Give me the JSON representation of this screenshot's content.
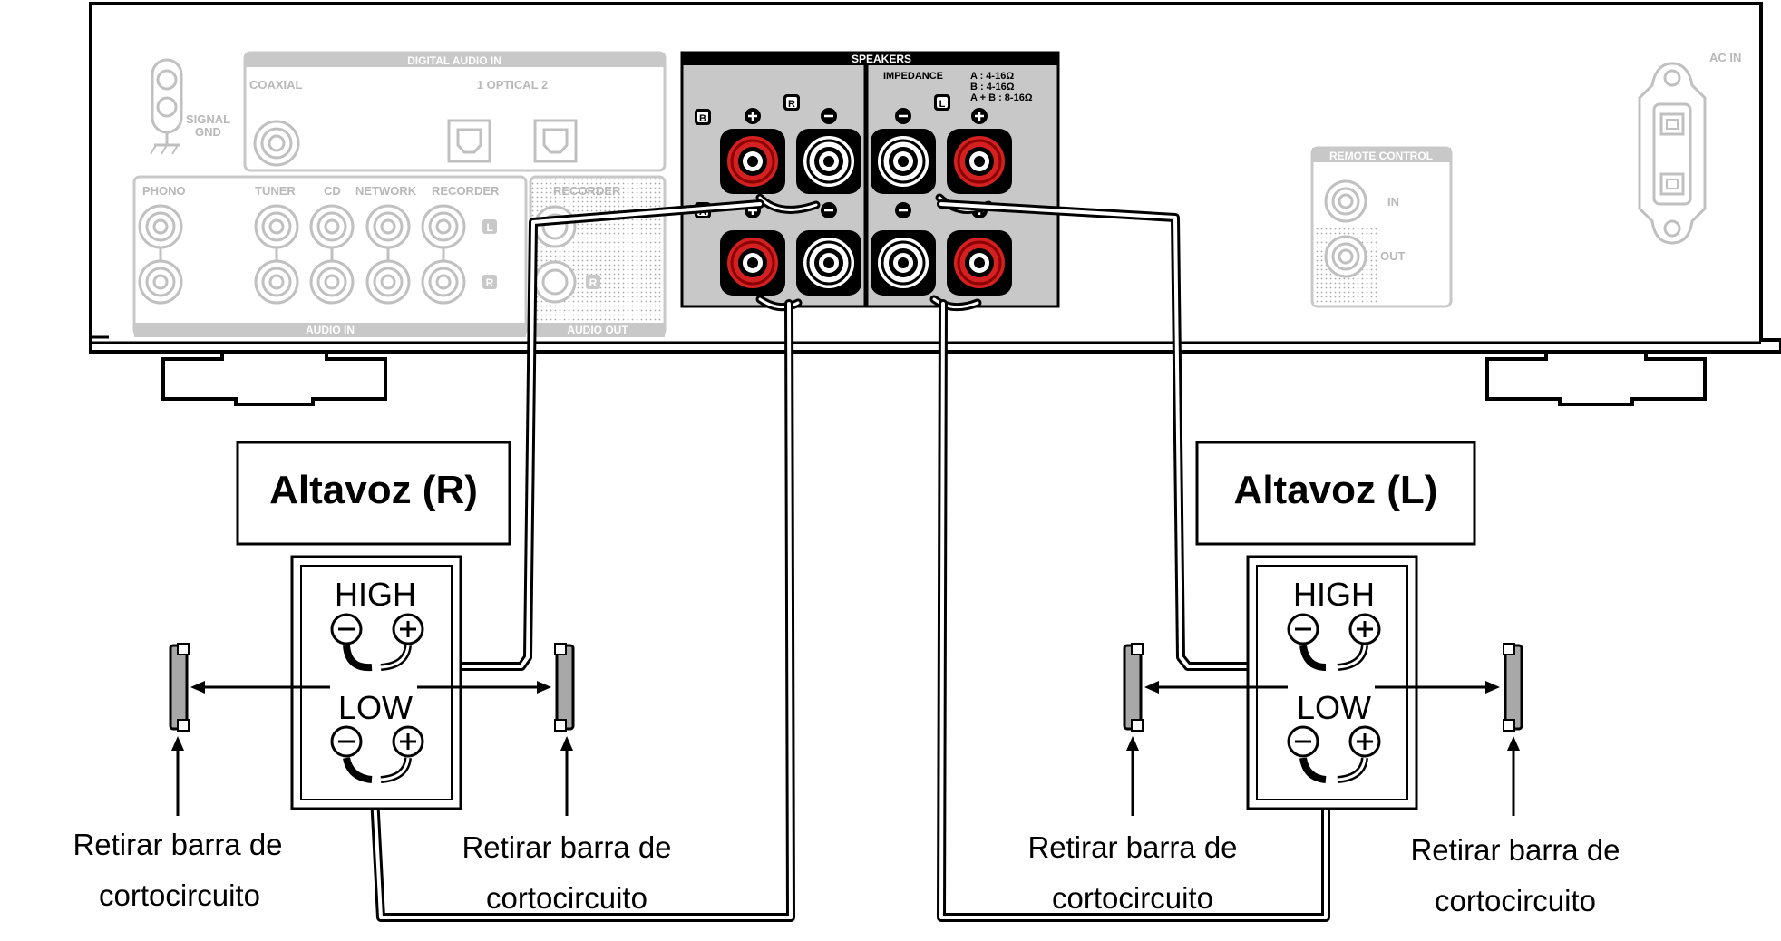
{
  "amplifier": {
    "digital_audio_in": "DIGITAL AUDIO IN",
    "coaxial": "COAXIAL",
    "optical": "1  OPTICAL  2",
    "signal": "SIGNAL",
    "gnd": "GND",
    "phono": "PHONO",
    "tuner": "TUNER",
    "cd": "CD",
    "network": "NETWORK",
    "recorder_in": "RECORDER",
    "recorder_out": "RECORDER",
    "audio_in": "AUDIO IN",
    "audio_out": "AUDIO OUT",
    "l_badge": "L",
    "r_badge": "R",
    "speakers": "SPEAKERS",
    "impedance_label": "IMPEDANCE",
    "impedance_a": "A      : 4-16Ω",
    "impedance_b": "B      : 4-16Ω",
    "impedance_ab": "A + B : 8-16Ω",
    "badge_b": "B",
    "badge_a": "A",
    "badge_r": "R",
    "badge_l": "L",
    "plus": "+",
    "minus": "−",
    "remote_control": "REMOTE CONTROL",
    "remote_in": "IN",
    "remote_out": "OUT",
    "ac_in": "AC IN"
  },
  "speaker_r": {
    "title": "Altavoz (R)",
    "high": "HIGH",
    "low": "LOW",
    "caption_left_1": "Retirar barra de",
    "caption_left_2": "cortocircuito",
    "caption_right_1": "Retirar barra de",
    "caption_right_2": "cortocircuito"
  },
  "speaker_l": {
    "title": "Altavoz (L)",
    "high": "HIGH",
    "low": "LOW",
    "caption_left_1": "Retirar barra de",
    "caption_left_2": "cortocircuito",
    "caption_right_1": "Retirar barra de",
    "caption_right_2": "cortocircuito"
  },
  "colors": {
    "terminal_red": "#d42020",
    "panel_grey": "#c8c8c8",
    "line": "#000000"
  }
}
